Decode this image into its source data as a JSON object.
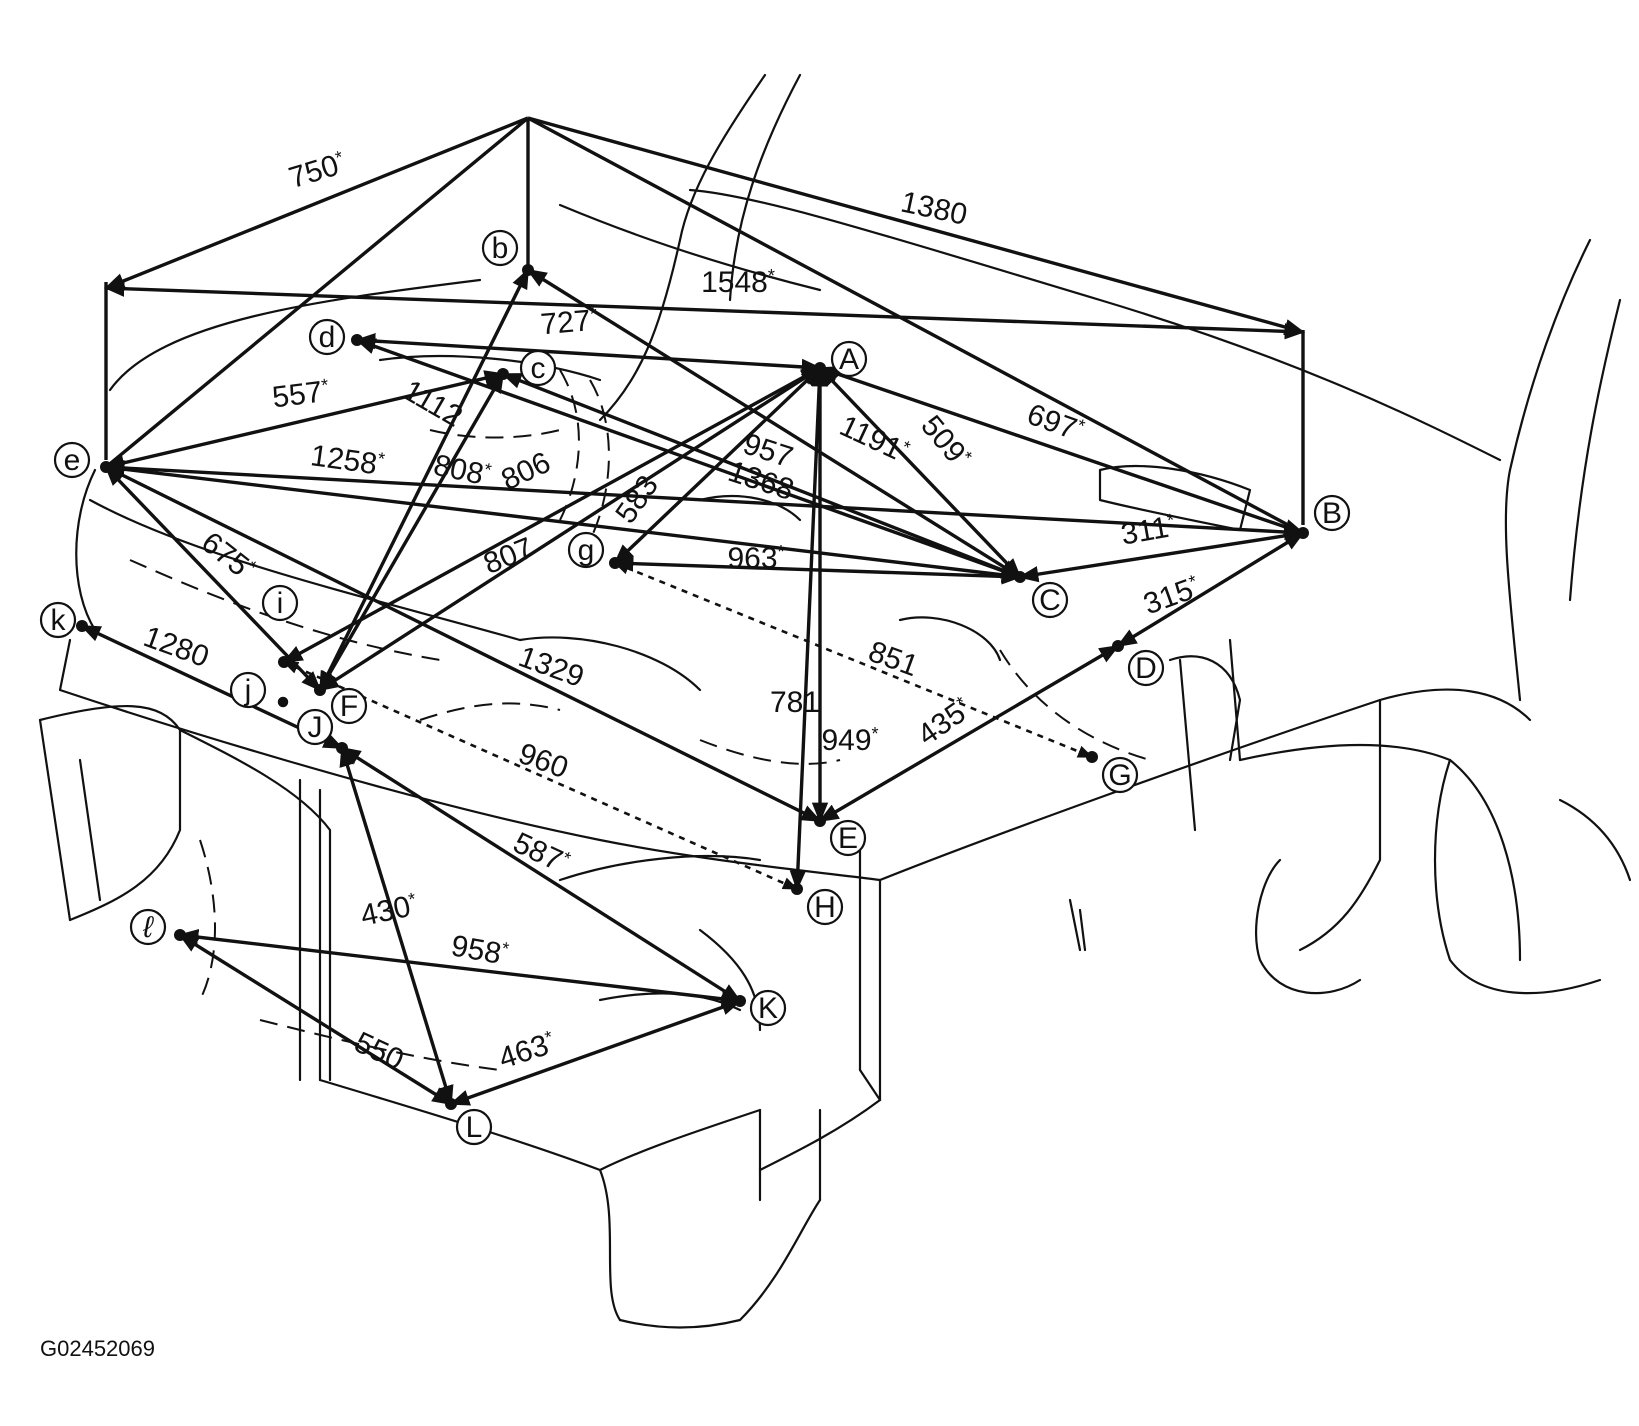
{
  "diagram": {
    "points": [
      {
        "id": "A",
        "label": "A"
      },
      {
        "id": "B",
        "label": "B"
      },
      {
        "id": "C",
        "label": "C"
      },
      {
        "id": "D",
        "label": "D"
      },
      {
        "id": "E",
        "label": "E"
      },
      {
        "id": "F",
        "label": "F"
      },
      {
        "id": "G",
        "label": "G"
      },
      {
        "id": "H",
        "label": "H"
      },
      {
        "id": "J",
        "label": "J"
      },
      {
        "id": "K",
        "label": "K"
      },
      {
        "id": "L",
        "label": "L"
      },
      {
        "id": "b",
        "label": "b"
      },
      {
        "id": "c",
        "label": "c"
      },
      {
        "id": "d",
        "label": "d"
      },
      {
        "id": "e",
        "label": "e"
      },
      {
        "id": "g",
        "label": "g"
      },
      {
        "id": "i",
        "label": "i"
      },
      {
        "id": "j",
        "label": "j"
      },
      {
        "id": "k",
        "label": "k"
      },
      {
        "id": "l",
        "label": "ℓ"
      }
    ],
    "measurements": [
      {
        "from": "e",
        "to": "top",
        "value": "750",
        "star": true
      },
      {
        "from": "top",
        "to": "B",
        "value": "1380",
        "star": false
      },
      {
        "from": "e",
        "to": "B",
        "value": "1548",
        "star": true
      },
      {
        "from": "d",
        "to": "A",
        "value": "727",
        "star": true
      },
      {
        "from": "e",
        "to": "c",
        "value": "557",
        "star": true
      },
      {
        "from": "d",
        "to": "C",
        "value": "1112",
        "star": false
      },
      {
        "from": "b",
        "to": "F",
        "value": "808",
        "star": true
      },
      {
        "from": "c",
        "to": "F",
        "value": "806",
        "star": false
      },
      {
        "from": "e",
        "to": "C",
        "value": "1258",
        "star": true
      },
      {
        "from": "e",
        "to": "F",
        "value": "675",
        "star": true
      },
      {
        "from": "A",
        "to": "i",
        "value": "807",
        "star": false
      },
      {
        "from": "A",
        "to": "g",
        "value": "583",
        "star": false
      },
      {
        "from": "c",
        "to": "C",
        "value": "957",
        "star": false
      },
      {
        "from": "b",
        "to": "C",
        "value": "1368",
        "star": false
      },
      {
        "from": "A",
        "to": "F",
        "value": "1191",
        "star": true
      },
      {
        "from": "A",
        "to": "C",
        "value": "509",
        "star": true
      },
      {
        "from": "A",
        "to": "B",
        "value": "697",
        "star": true
      },
      {
        "from": "g",
        "to": "C",
        "value": "963",
        "star": true
      },
      {
        "from": "C",
        "to": "B",
        "value": "311",
        "star": true
      },
      {
        "from": "D",
        "to": "B",
        "value": "315",
        "star": true
      },
      {
        "from": "g",
        "to": "G",
        "value": "851",
        "star": false
      },
      {
        "from": "e",
        "to": "E",
        "value": "1329",
        "star": false
      },
      {
        "from": "k",
        "to": "J",
        "value": "1280",
        "star": false
      },
      {
        "from": "i",
        "to": "H",
        "value": "960",
        "star": false
      },
      {
        "from": "A",
        "to": "H",
        "value": "781",
        "star": false
      },
      {
        "from": "A",
        "to": "E",
        "value": "949",
        "star": true
      },
      {
        "from": "D",
        "to": "E",
        "value": "435",
        "star": true
      },
      {
        "from": "J",
        "to": "K",
        "value": "587",
        "star": true
      },
      {
        "from": "J",
        "to": "L",
        "value": "430",
        "star": true
      },
      {
        "from": "l",
        "to": "K",
        "value": "958",
        "star": true
      },
      {
        "from": "l",
        "to": "L",
        "value": "550",
        "star": false
      },
      {
        "from": "L",
        "to": "K",
        "value": "463",
        "star": true
      }
    ],
    "figure_code": "G02452069"
  }
}
